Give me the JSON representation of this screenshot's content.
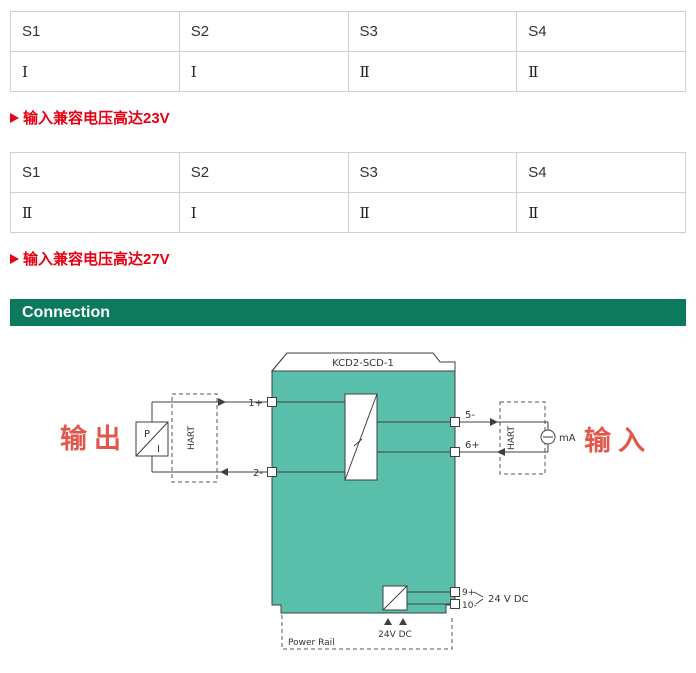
{
  "table1": {
    "headers": [
      "S1",
      "S2",
      "S3",
      "S4"
    ],
    "values": [
      "Ⅰ",
      "Ⅰ",
      "Ⅱ",
      "Ⅱ"
    ],
    "note": "输入兼容电压高达23V"
  },
  "table2": {
    "headers": [
      "S1",
      "S2",
      "S3",
      "S4"
    ],
    "values": [
      "Ⅱ",
      "Ⅰ",
      "Ⅱ",
      "Ⅱ"
    ],
    "note": "输入兼容电压高达27V"
  },
  "section": {
    "title": "Connection"
  },
  "diagram": {
    "device_label": "KCD2-SCD-1",
    "output_label": "输出",
    "input_label": "输入",
    "terminal_1": "1+",
    "terminal_2": "2-",
    "terminal_5": "5-",
    "terminal_6": "6+",
    "terminal_9": "9+",
    "terminal_10": "10-",
    "hart_left": "HART",
    "hart_right": "HART",
    "pi_p": "P",
    "pi_i": "I",
    "meter_label": "mA",
    "supply_right": "24 V DC",
    "supply_bottom": "24V DC",
    "power_rail": "Power Rail"
  },
  "colors": {
    "accent_red": "#e60012",
    "diagram_red": "#e2574c",
    "section_green": "#0d7a5e",
    "device_fill": "#59bfab"
  }
}
